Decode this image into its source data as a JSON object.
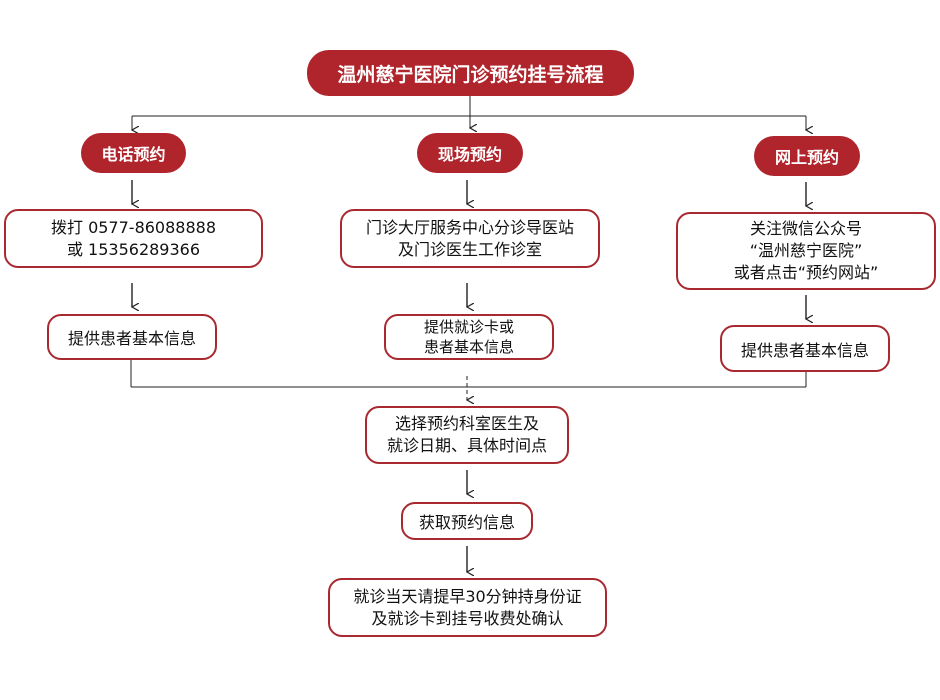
{
  "diagram": {
    "title": "温州慈宁医院门诊预约挂号流程",
    "branches": [
      {
        "label": "电话预约",
        "step1": [
          "拨打 0577-86088888",
          "或 15356289366"
        ],
        "step2": [
          "提供患者基本信息"
        ]
      },
      {
        "label": "现场预约",
        "step1": [
          "门诊大厅服务中心分诊导医站",
          "及门诊医生工作诊室"
        ],
        "step2": [
          "提供就诊卡或",
          "患者基本信息"
        ]
      },
      {
        "label": "网上预约",
        "step1": [
          "关注微信公众号",
          "“温州慈宁医院”",
          "或者点击“预约网站”"
        ],
        "step2": [
          "提供患者基本信息"
        ]
      }
    ],
    "merge": [
      "选择预约科室医生及",
      "就诊日期、具体时间点"
    ],
    "obtain": [
      "获取预约信息"
    ],
    "final": [
      "就诊当天请提早30分钟持身份证",
      "及就诊卡到挂号收费处确认"
    ]
  },
  "colors": {
    "accent": "#b0252c",
    "border": "#a82a30",
    "line": "#222222"
  }
}
